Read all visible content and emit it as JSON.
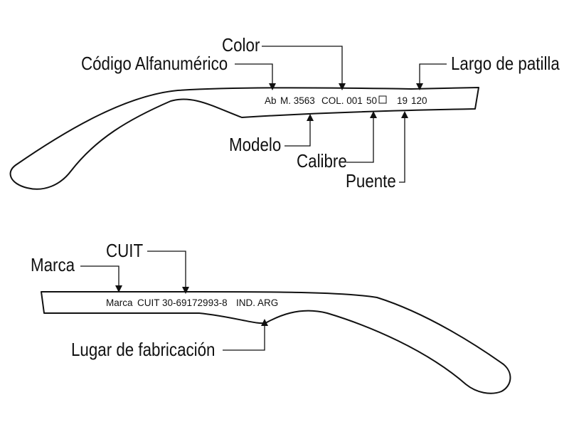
{
  "temple_top": {
    "engraving": {
      "code": "Ab",
      "model": "M. 3563",
      "color": "COL. 001",
      "caliber": "50",
      "bridge": "19",
      "length": "120"
    },
    "labels": {
      "color": "Color",
      "code": "Código Alfanumérico",
      "length": "Largo de patilla",
      "model": "Modelo",
      "caliber": "Calibre",
      "bridge": "Puente"
    }
  },
  "temple_bottom": {
    "engraving": {
      "brand": "Marca",
      "cuit": "CUIT 30-69172993-8",
      "origin": "IND. ARG"
    },
    "labels": {
      "brand": "Marca",
      "cuit": "CUIT",
      "origin": "Lugar de fabricación"
    }
  }
}
